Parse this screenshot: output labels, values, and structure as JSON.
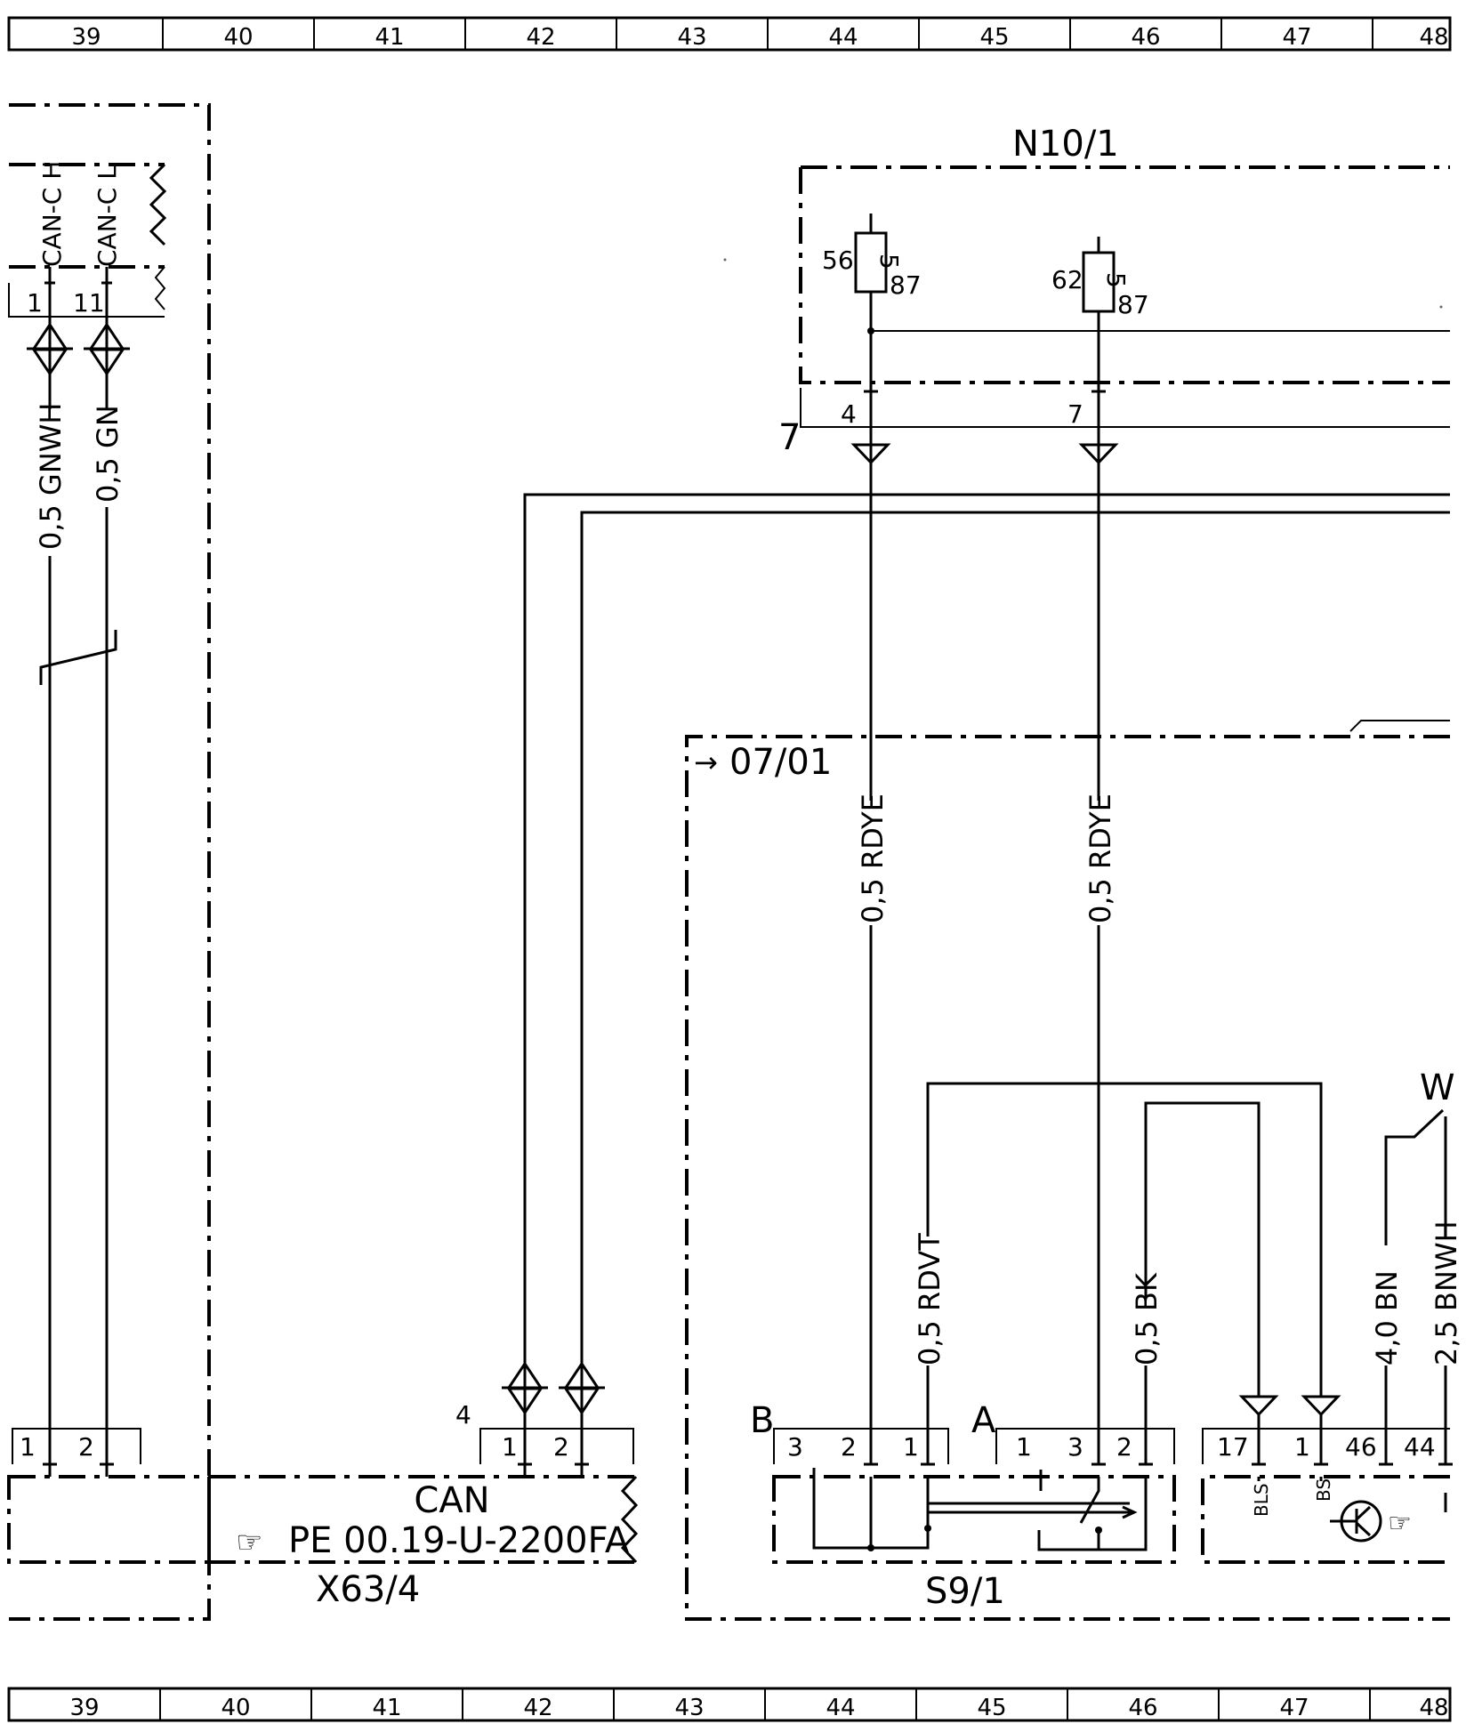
{
  "ruler": {
    "columns": [
      "39",
      "40",
      "41",
      "42",
      "43",
      "44",
      "45",
      "46",
      "47",
      "48"
    ]
  },
  "components": {
    "n10_1": {
      "name": "N10/1",
      "fuse_56": {
        "number": "56",
        "rating": "5",
        "pin": "87"
      },
      "fuse_62": {
        "number": "62",
        "rating": "5",
        "pin": "87"
      },
      "connector_pins": [
        "4",
        "7"
      ],
      "connector_label": "7"
    },
    "can_block": {
      "signal_h": "CAN-C H",
      "signal_l": "CAN-C L",
      "pin_h": "1",
      "pin_l": "11"
    },
    "x63_4": {
      "name": "X63/4",
      "label": "CAN",
      "reference": "PE 00.19-U-2200FA",
      "connector_label": "4",
      "left_pins": [
        "1",
        "2"
      ],
      "right_pins": [
        "1",
        "2"
      ]
    },
    "s9_1": {
      "name": "S9/1",
      "connector_b": {
        "label": "B",
        "pins": [
          "3",
          "2",
          "1"
        ]
      },
      "connector_a": {
        "label": "A",
        "pins": [
          "1",
          "3",
          "2"
        ]
      }
    },
    "right_module": {
      "pins": [
        "17",
        "1",
        "46",
        "44"
      ],
      "signals": [
        "BLS",
        "BS"
      ]
    },
    "group_ref": "07/01",
    "cut_label": "W"
  },
  "wires": {
    "can_h": "0,5 GNWH",
    "can_l": "0,5 GN",
    "rdye_1": "0,5 RDYE",
    "rdye_2": "0,5 RDYE",
    "rdvt": "0,5 RDVT",
    "bk": "0,5 BK",
    "bn": "4,0 BN",
    "bnwh": "2,5 BNWH"
  }
}
